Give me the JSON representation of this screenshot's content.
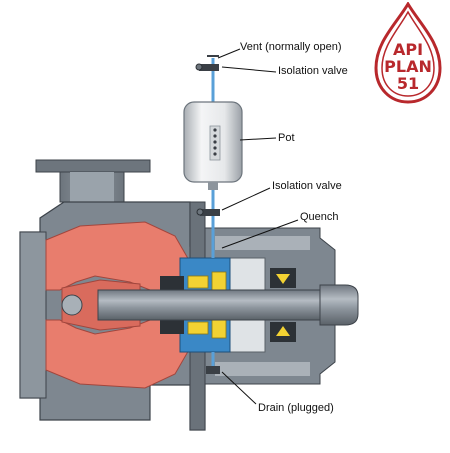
{
  "labels": {
    "vent": "Vent (normally open)",
    "isolation_valve_top": "Isolation valve",
    "pot": "Pot",
    "isolation_valve_bottom": "Isolation valve",
    "quench": "Quench",
    "drain": "Drain (plugged)"
  },
  "logo": {
    "line1": "API",
    "line2": "PLAN",
    "line3": "51"
  },
  "colors": {
    "casing": "#7e8790",
    "casing_dark": "#4a5058",
    "impeller": "#e87d6d",
    "impeller_dark": "#c85f52",
    "shaft": "#8a939c",
    "seal_blue": "#3a88c6",
    "seal_yellow": "#f2d233",
    "pot": "#e6e8ea",
    "logo_red": "#b8282c"
  }
}
